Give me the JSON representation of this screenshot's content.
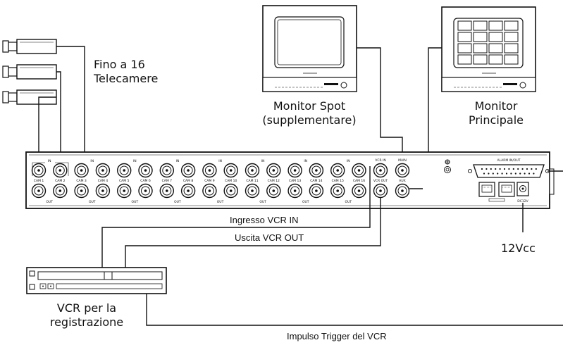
{
  "labels": {
    "cameras": "Fino a 16\nTelecamere",
    "spot_monitor": "Monitor Spot\n(supplementare)",
    "main_monitor": "Monitor\nPrincipale",
    "vcr_in": "Ingresso VCR IN",
    "vcr_out": "Uscita VCR OUT",
    "power": "12Vcc",
    "vcr": "VCR per la\nregistrazione",
    "trigger": "Impulso Trigger del VCR"
  },
  "panel": {
    "cam_labels": [
      "CAM 1",
      "CAM 2",
      "CAM 3",
      "CAM 4",
      "CAM 5",
      "CAM 6",
      "CAM 7",
      "CAM 8",
      "CAM 9",
      "CAM 10",
      "CAM 11",
      "CAM 12",
      "CAM 13",
      "CAM 14",
      "CAM 15",
      "CAM 16"
    ],
    "in_label": "IN",
    "out_label": "OUT",
    "vcr_in_port": "VCR IN",
    "vcr_out_port": "VCR OUT",
    "main_port": "MAIN",
    "aux_port": "AUX",
    "alarm_port": "ALARM IN/OUT",
    "dc_port": "DC12V"
  }
}
